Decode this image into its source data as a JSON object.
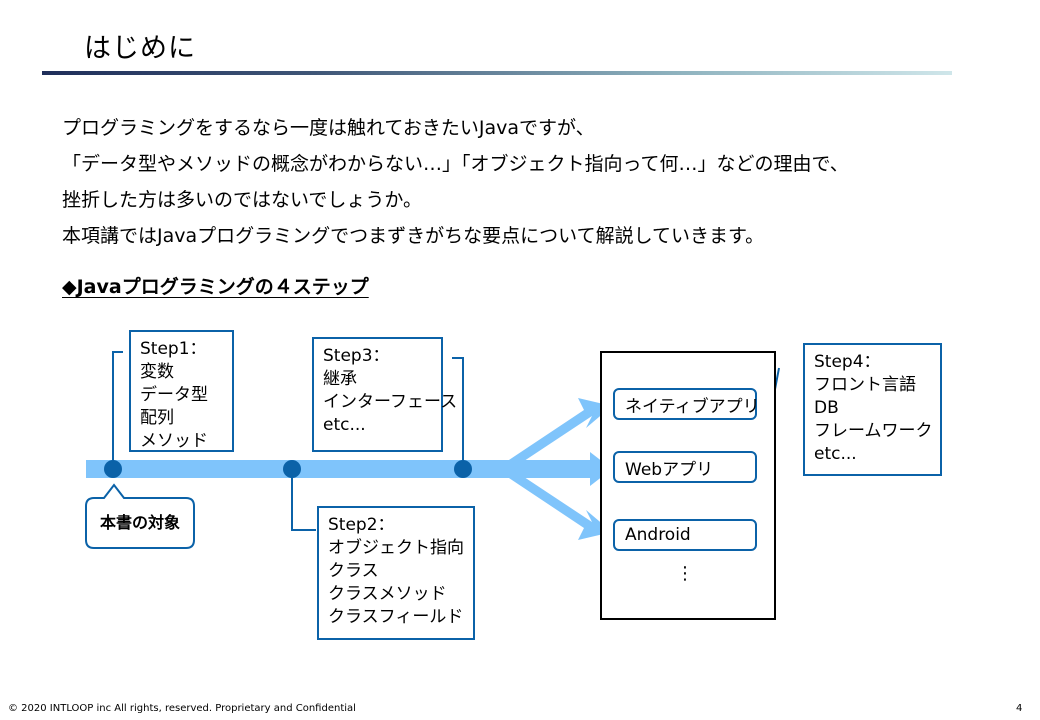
{
  "page": {
    "title": "はじめに",
    "intro_lines": [
      "プログラミングをするなら一度は触れておきたいJavaですが、",
      "「データ型やメソッドの概念がわからない…」「オブジェクト指向って何…」などの理由で、",
      "挫折した方は多いのではないでしょうか。",
      "本項講ではJavaプログラミングでつまずきがちな要点について解説していきます。"
    ],
    "section_heading": "◆Javaプログラミングの４ステップ",
    "footer": "© 2020 INTLOOP inc All rights, reserved.  Proprietary and Confidential",
    "page_number": "4"
  },
  "diagram": {
    "colors": {
      "arrow": "#7fc4fb",
      "node": "#0b62a8",
      "box_border": "#0b62a8"
    },
    "steps": [
      {
        "title": "Step1：",
        "items": [
          "変数",
          "データ型",
          "配列",
          "メソッド"
        ]
      },
      {
        "title": "Step2：",
        "items": [
          "オブジェクト指向",
          "クラス",
          "クラスメソッド",
          "クラスフィールド"
        ]
      },
      {
        "title": "Step3：",
        "items": [
          "継承",
          "インターフェース",
          "etc..."
        ]
      },
      {
        "title": "Step4：",
        "items": [
          "フロント言語",
          "DB",
          "フレームワーク",
          "etc..."
        ]
      }
    ],
    "target_callout": "本書の対象",
    "platforms": [
      "ネイティブアプリ",
      "Webアプリ",
      "Android"
    ],
    "platform_ellipsis": "⋮"
  }
}
